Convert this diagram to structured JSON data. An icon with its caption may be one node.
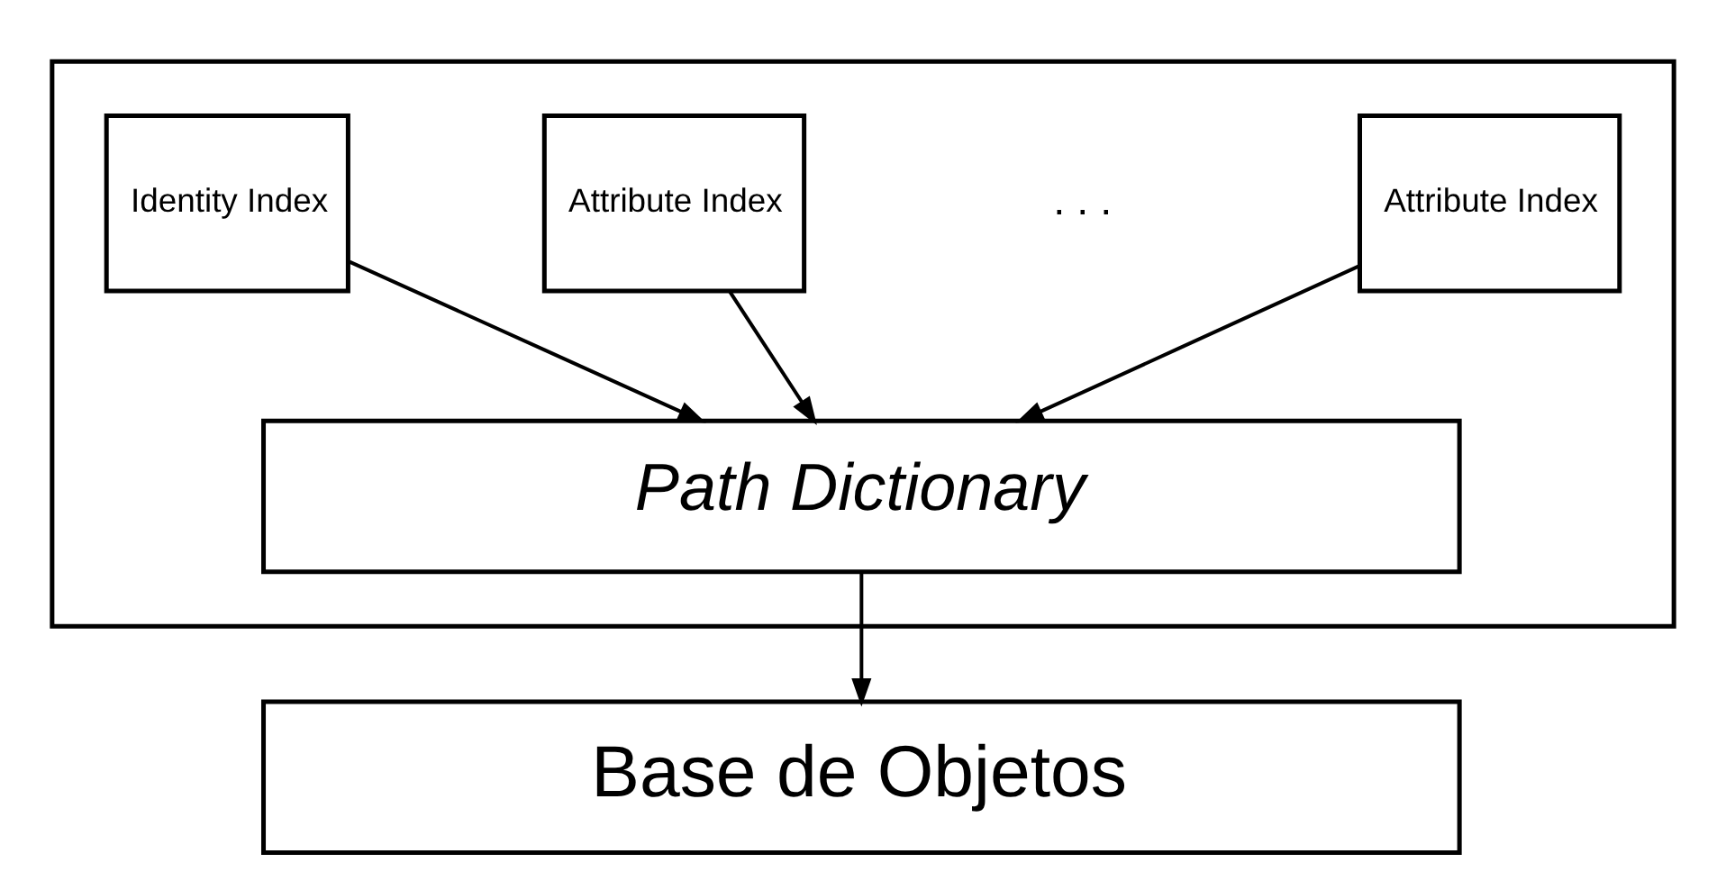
{
  "diagram": {
    "nodes": [
      {
        "text": [],
        "shape": "box"
      },
      {
        "text": [
          "Identity Index"
        ],
        "in": 0
      },
      {
        "text": [
          "Attribute Index"
        ],
        "in": 0
      },
      {
        "text": [
          "Attribute Index"
        ],
        "in": 0
      },
      {
        "text": [
          "Path Dictionary"
        ],
        "in": 0
      },
      {
        "text": [
          "Base de Objetos"
        ]
      }
    ],
    "edges": [
      {
        "from": 1,
        "to": 4,
        "arrow": "to"
      },
      {
        "from": 2,
        "to": 4,
        "arrow": "to"
      },
      {
        "from": 3,
        "to": 4,
        "arrow": "to"
      },
      {
        "from": 4,
        "to": 5,
        "arrow": "to"
      }
    ],
    "labels": [
      ". . ."
    ]
  }
}
